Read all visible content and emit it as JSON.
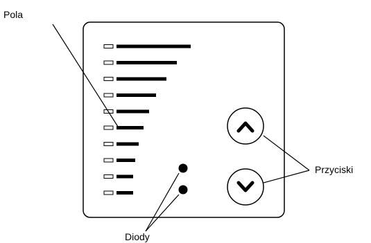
{
  "labels": {
    "fields": "Pola",
    "buttons": "Przyciski",
    "diodes": "Diody"
  },
  "panel": {
    "field_rows": [
      {
        "bar_level": 1.0
      },
      {
        "bar_level": 0.81
      },
      {
        "bar_level": 0.67
      },
      {
        "bar_level": 0.53
      },
      {
        "bar_level": 0.44
      },
      {
        "bar_level": 0.36
      },
      {
        "bar_level": 0.3
      },
      {
        "bar_level": 0.25
      },
      {
        "bar_level": 0.22
      },
      {
        "bar_level": 0.22
      }
    ],
    "buttons": [
      {
        "icon": "chevron-up-icon"
      },
      {
        "icon": "chevron-down-icon"
      }
    ],
    "diodes": [
      {
        "state": "on"
      },
      {
        "state": "on"
      }
    ]
  }
}
